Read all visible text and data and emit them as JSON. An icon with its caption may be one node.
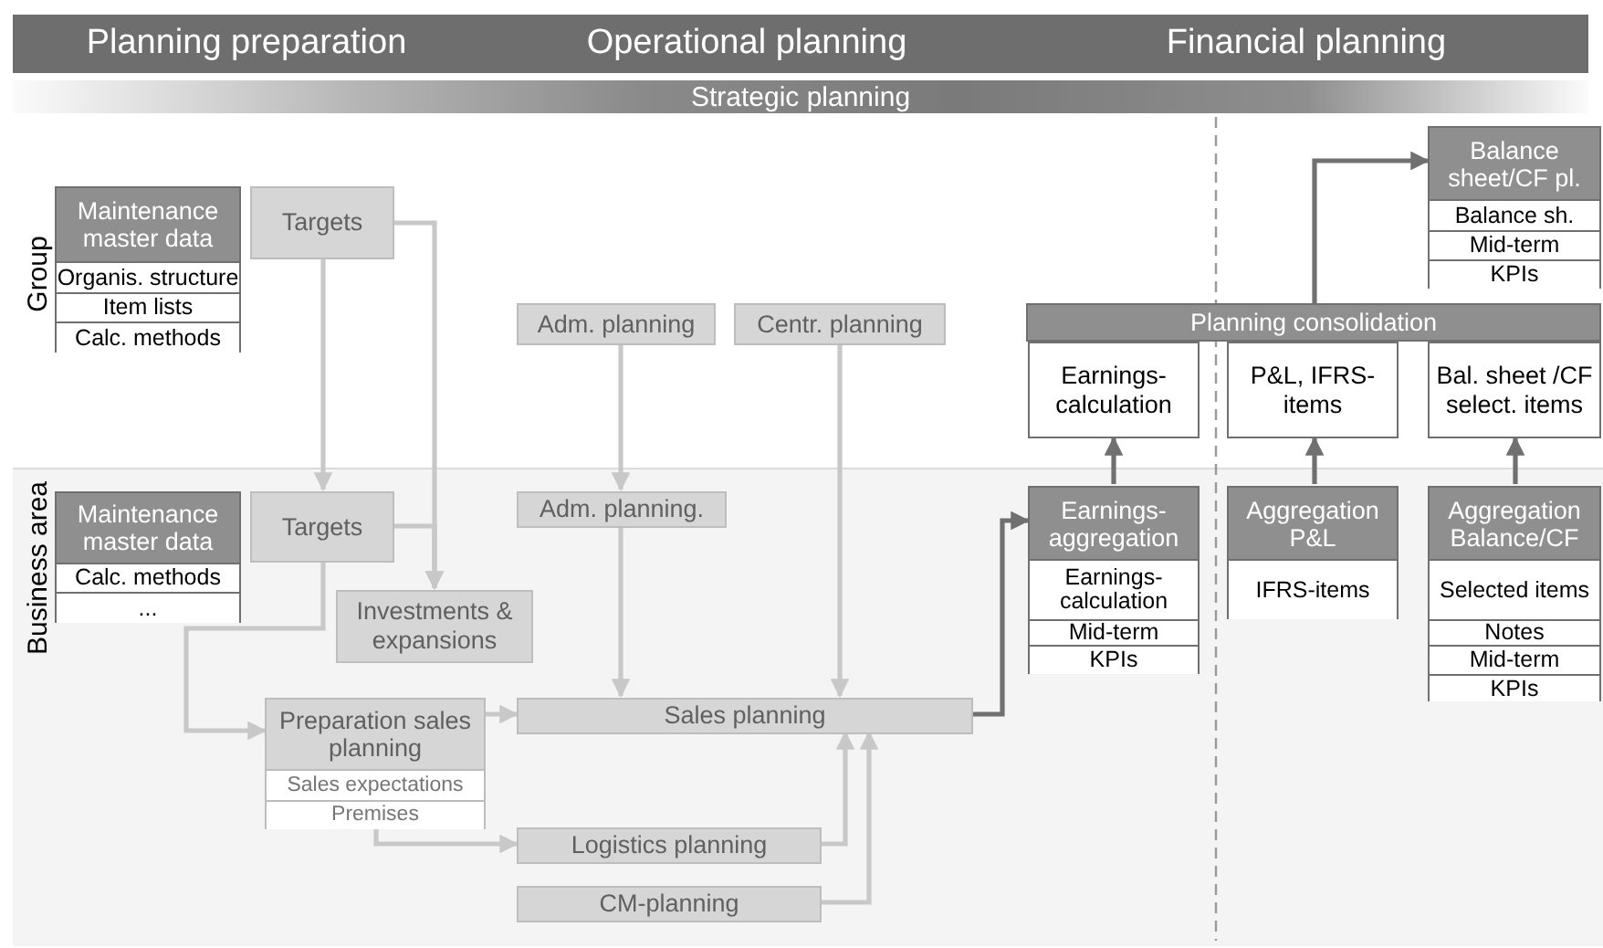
{
  "diagram": {
    "nodes": [
      {
        "text": [
          "Planning preparation"
        ]
      },
      {
        "text": [
          "Operational planning"
        ]
      },
      {
        "text": [
          "Financial planning"
        ]
      },
      {
        "text": [
          "Strategic planning"
        ]
      },
      {
        "text": [
          "Group"
        ]
      },
      {
        "text": [
          "Business area"
        ]
      },
      {
        "text": [
          "Maintenance master data",
          "Organis. structure",
          "Item lists",
          "Calc. methods"
        ],
        "in": 4
      },
      {
        "text": [
          "Targets"
        ],
        "in": 4
      },
      {
        "text": [
          "Adm. planning"
        ],
        "in": 4
      },
      {
        "text": [
          "Centr. planning"
        ],
        "in": 4
      },
      {
        "text": [
          "Balance sheet/CF pl.",
          "Balance sh.",
          "Mid-term",
          "KPIs"
        ],
        "in": 4
      },
      {
        "text": [
          "Planning consolidation"
        ],
        "in": 4
      },
      {
        "text": [
          "Earnings- calculation"
        ],
        "in": 4
      },
      {
        "text": [
          "P&L, IFRS-items"
        ],
        "in": 4
      },
      {
        "text": [
          "Bal. sheet /CF select. items"
        ],
        "in": 4
      },
      {
        "text": [
          "Maintenance master data",
          "Calc. methods",
          "..."
        ],
        "in": 5
      },
      {
        "text": [
          "Targets"
        ],
        "in": 5
      },
      {
        "text": [
          "Adm. planning."
        ],
        "in": 5
      },
      {
        "text": [
          "Investments & expansions"
        ],
        "in": 5
      },
      {
        "text": [
          "Preparation sales planning",
          "Sales expectations",
          "Premises"
        ],
        "in": 5
      },
      {
        "text": [
          "Sales planning"
        ],
        "in": 5
      },
      {
        "text": [
          "Logistics planning"
        ],
        "in": 5
      },
      {
        "text": [
          "CM-planning"
        ],
        "in": 5
      },
      {
        "text": [
          "Earnings- aggregation",
          "Earnings- calculation",
          "Mid-term",
          "KPIs"
        ],
        "in": 5
      },
      {
        "text": [
          "Aggregation P&L",
          "IFRS-items"
        ],
        "in": 5
      },
      {
        "text": [
          "Aggregation Balance/CF",
          "Selected items",
          "Notes",
          "Mid-term",
          "KPIs"
        ],
        "in": 5
      }
    ],
    "edges": [
      {
        "from": 7,
        "to": 16,
        "arrow": "to"
      },
      {
        "from": 7,
        "to": 18,
        "arrow": "to"
      },
      {
        "from": 16,
        "to": 18,
        "arrow": "to"
      },
      {
        "from": 8,
        "to": 17,
        "arrow": "to"
      },
      {
        "from": 9,
        "to": 20,
        "arrow": "to"
      },
      {
        "from": 17,
        "to": 20,
        "arrow": "to"
      },
      {
        "from": 16,
        "to": 19,
        "arrow": "to"
      },
      {
        "from": 19,
        "to": 20,
        "arrow": "to"
      },
      {
        "from": 19,
        "to": 21,
        "arrow": "to"
      },
      {
        "from": 21,
        "to": 20,
        "arrow": "to"
      },
      {
        "from": 22,
        "to": 20,
        "arrow": "to"
      },
      {
        "from": 20,
        "to": 23,
        "arrow": "to",
        "color": "#707070"
      },
      {
        "from": 23,
        "to": 12,
        "arrow": "to",
        "color": "#707070"
      },
      {
        "from": 24,
        "to": 13,
        "arrow": "to",
        "color": "#707070"
      },
      {
        "from": 25,
        "to": 14,
        "arrow": "to",
        "color": "#707070"
      },
      {
        "from": 11,
        "to": 10,
        "arrow": "to",
        "color": "#707070"
      }
    ]
  }
}
